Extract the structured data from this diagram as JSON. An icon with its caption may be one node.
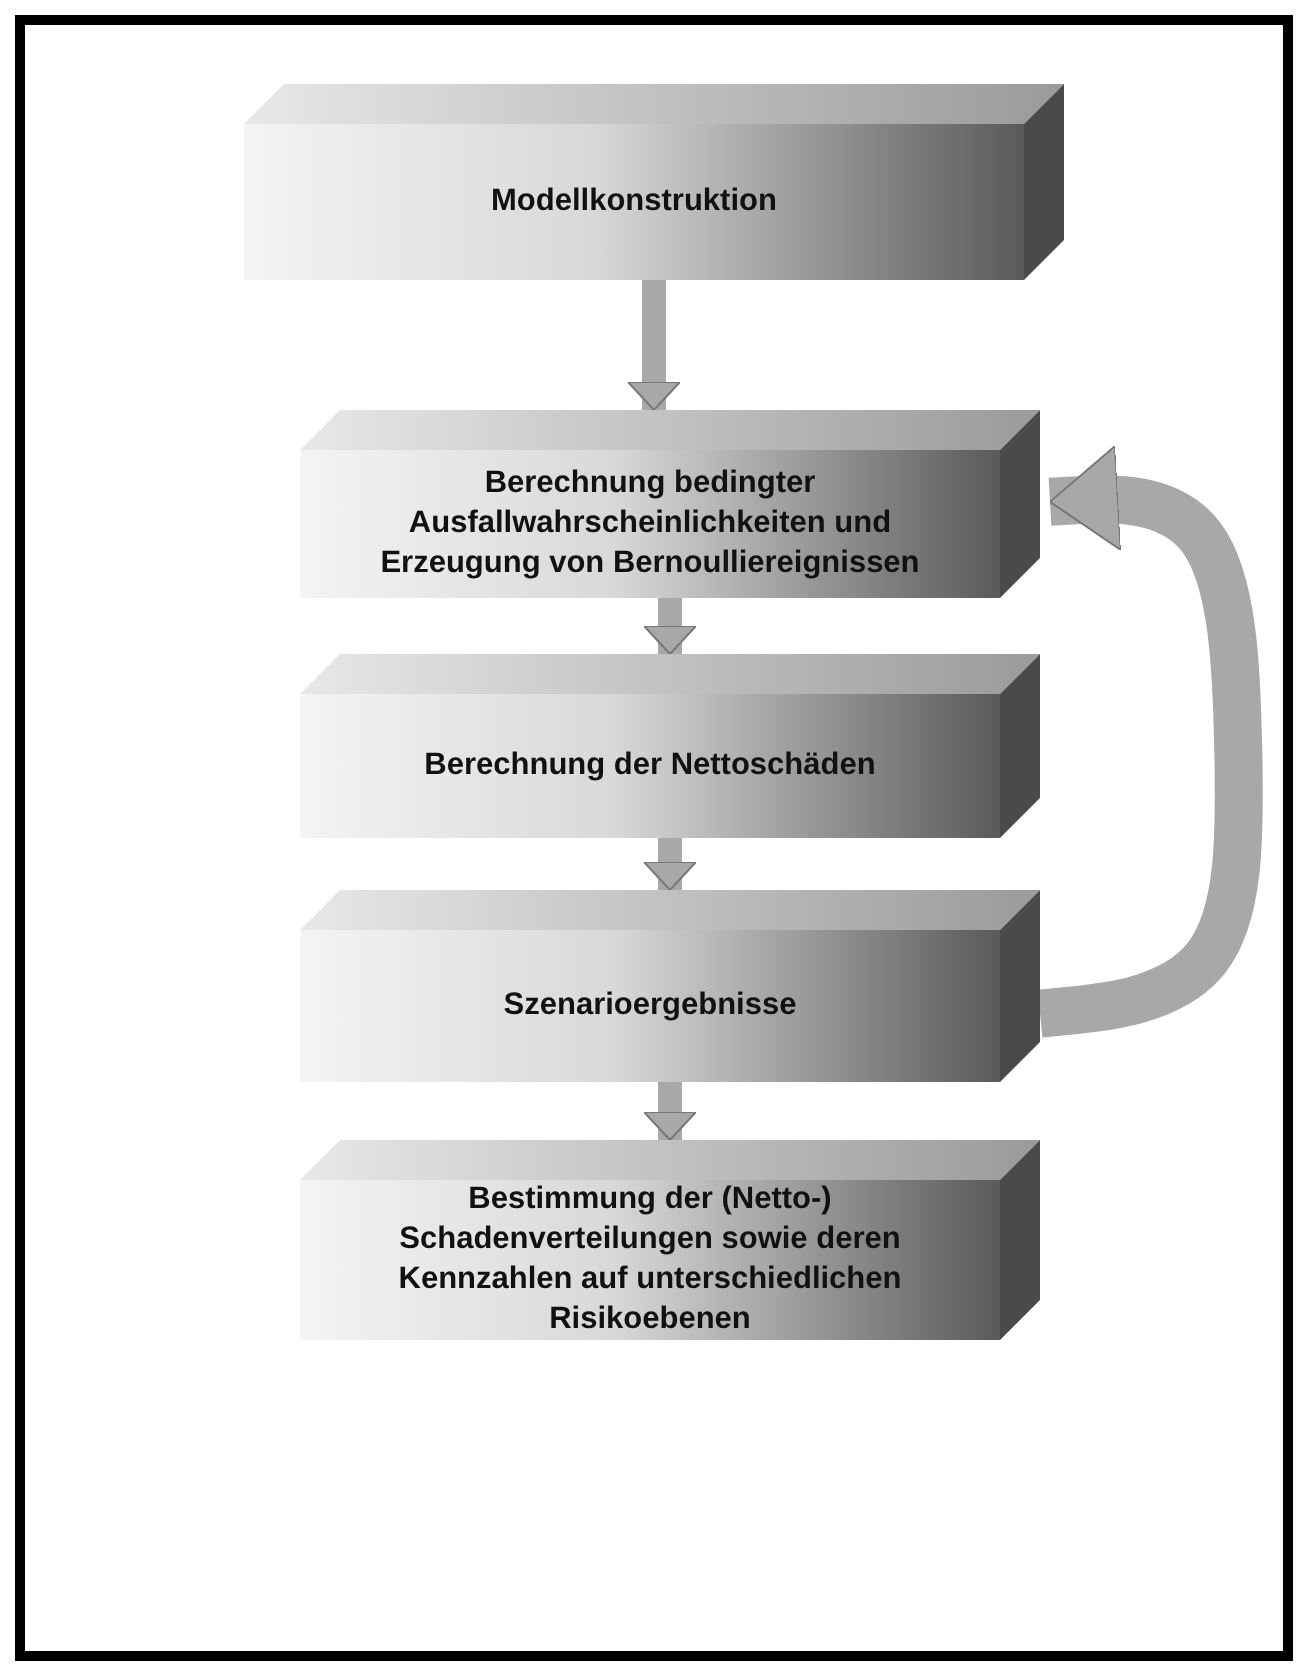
{
  "diagram": {
    "nodes": [
      {
        "text": [
          "Modellkonstruktion"
        ]
      },
      {
        "text": [
          "Berechnung bedingter Ausfallwahrscheinlichkeiten und Erzeugung von Bernoulliereignissen"
        ]
      },
      {
        "text": [
          "Berechnung der Nettoschäden"
        ]
      },
      {
        "text": [
          "Szenarioergebnisse"
        ]
      },
      {
        "text": [
          "Bestimmung der (Netto-) Schadenverteilungen sowie deren Kennzahlen auf unterschiedlichen Risikoebenen"
        ]
      }
    ],
    "edges": [
      {
        "from": 0,
        "to": 1,
        "arrow": "to"
      },
      {
        "from": 1,
        "to": 2,
        "arrow": "to"
      },
      {
        "from": 2,
        "to": 3,
        "arrow": "to"
      },
      {
        "from": 3,
        "to": 4,
        "arrow": "to"
      },
      {
        "from": 3,
        "to": 1,
        "arrow": "to",
        "style": "thick"
      }
    ]
  }
}
